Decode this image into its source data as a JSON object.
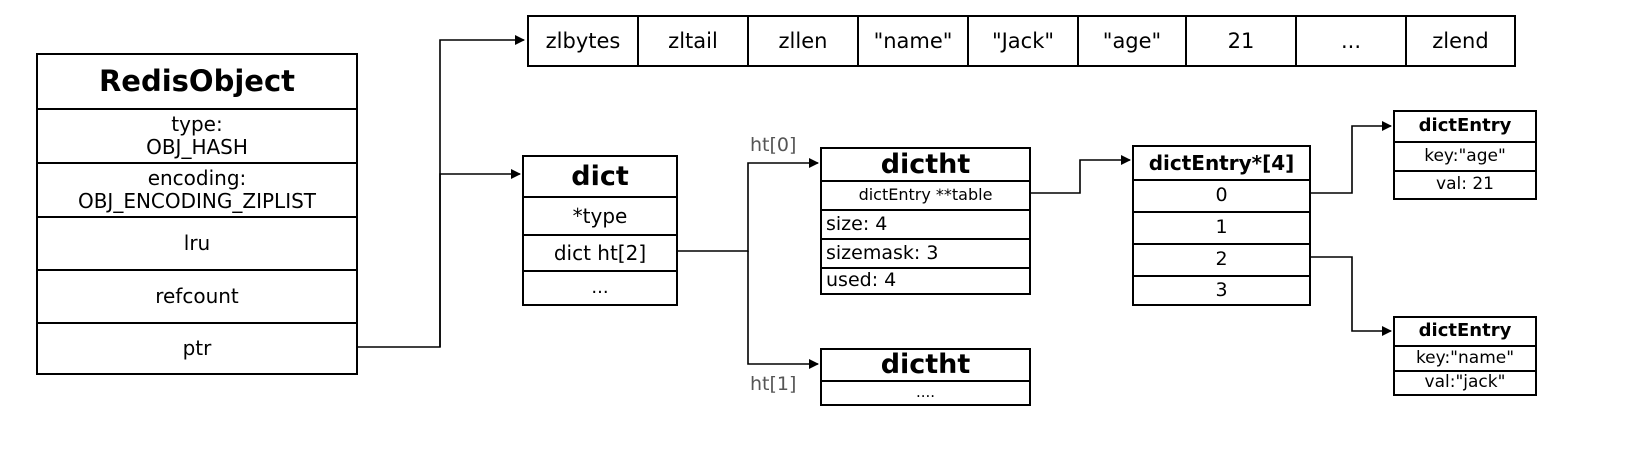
{
  "ziplist": {
    "cells": [
      "zlbytes",
      "zltail",
      "zllen",
      "\"name\"",
      "\"Jack\"",
      "\"age\"",
      "21",
      "...",
      "zlend"
    ]
  },
  "redis_object": {
    "title": "RedisObject",
    "type_label": "type:",
    "type_value": "OBJ_HASH",
    "encoding_label": "encoding:",
    "encoding_value": "OBJ_ENCODING_ZIPLIST",
    "lru": "lru",
    "refcount": "refcount",
    "ptr": "ptr"
  },
  "dict": {
    "title": "dict",
    "type": "*type",
    "ht": "dict ht[2]",
    "more": "..."
  },
  "labels": {
    "ht0": "ht[0]",
    "ht1": "ht[1]"
  },
  "dictht0": {
    "title": "dictht",
    "table": "dictEntry **table",
    "size": "size: 4",
    "sizemask": "sizemask: 3",
    "used": "used: 4"
  },
  "dictht1": {
    "title": "dictht",
    "more": "...."
  },
  "entry_array": {
    "title": "dictEntry*[4]",
    "slots": [
      "0",
      "1",
      "2",
      "3"
    ]
  },
  "entry_age": {
    "title": "dictEntry",
    "key": "key:\"age\"",
    "val": "val: 21"
  },
  "entry_name": {
    "title": "dictEntry",
    "key": "key:\"name\"",
    "val": "val:\"jack\""
  }
}
